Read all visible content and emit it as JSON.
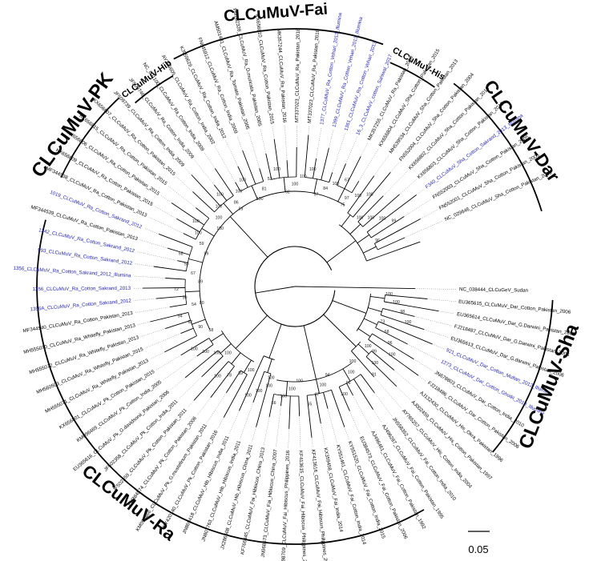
{
  "colors": {
    "normal": "#000000",
    "highlight": "#1f1fb4",
    "branch": "#000000"
  },
  "scale_bar": {
    "label": "0.05"
  },
  "clades": [
    {
      "key": "fai",
      "label": "CLCuMuV-Fai"
    },
    {
      "key": "hib",
      "label": "CLCuMuV-Hib"
    },
    {
      "key": "his",
      "label": "CLCuMuV-His"
    },
    {
      "key": "pk",
      "label": "CLCuMuV-PK"
    },
    {
      "key": "dar",
      "label": "CLCuMuV-Dar"
    },
    {
      "key": "sha",
      "label": "CLCuMuV-Sha"
    },
    {
      "key": "ra",
      "label": "CLCuMuV-Ra"
    }
  ],
  "taxa": [
    {
      "label": "NC_038444_CLCuGeV_Sudan",
      "hl": false
    },
    {
      "label": "EU365615_CLCuMuV_Dar_Cotton_Pakistan_2006",
      "hl": false
    },
    {
      "label": "EU365614_CLCuMuV_Dar_G.Darwini_Pakistan_2006",
      "hl": false
    },
    {
      "label": "FJ218487_CLCuMuV_Dar_G.Darwini_Pakistan_2006",
      "hl": false
    },
    {
      "label": "EU365613_CLCuMuV_Dar_G.darwini_Pakistan_2006",
      "hl": false
    },
    {
      "label": "921_CLCuMuV_Dar_Cotton_Multan_2012_Illumina",
      "hl": true
    },
    {
      "label": "1273_CLCuMuV_Dar_Cotton_Ghotki_2013_Illumina",
      "hl": true
    },
    {
      "label": "JN678803_CLCuMuV_Dar_Cotton_India_2010",
      "hl": false
    },
    {
      "label": "FJ218486_CLCuMuV_Dar_Cotton_Pakistan_2006",
      "hl": false
    },
    {
      "label": "AJ132430_CLCuMuV_His_Okra_Pakistan_1996",
      "hl": false
    },
    {
      "label": "AJ002459_CLCuMuV_His_Cotton_Pakistan_1997",
      "hl": false
    },
    {
      "label": "AY765257_CLCuMuV_His_Cotton_India_2004",
      "hl": false
    },
    {
      "label": "JN558352_CLCuMuV_Fai_Cotton_India_2010",
      "hl": false
    },
    {
      "label": "AJ496287_CLCuMuV_Fai_Cotton_Pakistan_1995",
      "hl": false
    },
    {
      "label": "AJ496461_CLCuMuV_Fai_Cotton_Pakistan_1992",
      "hl": false
    },
    {
      "label": "EU384573_CLCuMuV_Fai_Cotton_Pakistan_2006",
      "hl": false
    },
    {
      "label": "KY551520_CLCuMuV_Fai_Cotton_India_2015",
      "hl": false
    },
    {
      "label": "KY551461_CLCuMuV_Fai_Cotton_India_2014",
      "hl": false
    },
    {
      "label": "KX359458_CLCuMuV_Fai_India_2014",
      "hl": false
    },
    {
      "label": "KF413616_CLCuMuV_Fai_Hibiscus_Philippines_2012",
      "hl": false
    },
    {
      "label": "KF413615_CLCuMuV_Fai_Hibiscus_Philippines_2012",
      "hl": false
    },
    {
      "label": "KX698709_CLCuMuV_Fai_Hibiscus_Philippines_2016",
      "hl": false
    },
    {
      "label": "JN968573_CLCuMuV_Fai_Hibiscus_China_2007",
      "hl": false
    },
    {
      "label": "KF766845_CLCuMuV_Fai_Hibiscus_China_2013",
      "hl": false
    },
    {
      "label": "JX286508_CLCuMuV_Hib_Hibiscus_China_2011",
      "hl": false
    },
    {
      "label": "JN807763_CLCuMuV_Hib_Hibiscus_India_2011",
      "hl": false
    },
    {
      "label": "JN869418_CLCuMuV_Hib_Hibiscus_India_2011",
      "hl": false
    },
    {
      "label": "KY420140_CLCuMuV_Pk_Cotton_Pakistan_2016",
      "hl": false
    },
    {
      "label": "KM096466_CLCuMuV_Pk_G.mustelinum_Pakistan_2011",
      "hl": false
    },
    {
      "label": "EU384574_CLCuMuV_Pk_Cotton_Pakistan_2006",
      "hl": false
    },
    {
      "label": "JF502359_CLCuMuV_Pk_Cotton_Pakistan_2011",
      "hl": false
    },
    {
      "label": "JF502358_CLCuMuV_Pk_Cotton_India_2011",
      "hl": false
    },
    {
      "label": "EU365616_CLCuMuV_Pk_G.davidsonii_Pakistan_2006",
      "hl": false
    },
    {
      "label": "KM096469_CLCuMuV_Pk_Cotton_India_2005",
      "hl": false
    },
    {
      "label": "KX656801_CLCuMuV_Pk_Cotton_Pakistan_2015",
      "hl": false
    },
    {
      "label": "MH555071_CLCuMuV_Ra_Whitefly_Pakistan_2013",
      "hl": false
    },
    {
      "label": "MH560503_CLCuMuV_Ra_Whitefly_Pakistan_2015",
      "hl": false
    },
    {
      "label": "MH555072_CLCuMuV_Ra_Whitefly_Pakistan_2013",
      "hl": false
    },
    {
      "label": "MH555070_CLCuMuV_Ra_Whitefly_Pakistan_2013",
      "hl": false
    },
    {
      "label": "MF344540_CLCuMuV_Ra_Cotton_Pakistan_2013",
      "hl": false
    },
    {
      "label": "1356A_CLCuMuV_Ra_Cotton_Sakrand_2012",
      "hl": true
    },
    {
      "label": "1356_CLCuMuV_Ra_Cotton_Sakrand_2013",
      "hl": true
    },
    {
      "label": "1356_CLCuMuV_Ra_Cotton_Sakrand_2012_Illumina",
      "hl": true
    },
    {
      "label": "993_CLCuMuV_Ra_Cotton_Sakrand_2012",
      "hl": true
    },
    {
      "label": "1342_CLCuMuV_Ra_Cotton_Sakrand_2012",
      "hl": true
    },
    {
      "label": "MF344539_CLCuMuV_Ra_Cotton_Pakistan_2013",
      "hl": false
    },
    {
      "label": "1019_CLCuMuV_Ra_Cotton_Sakrand_2012",
      "hl": true
    },
    {
      "label": "MF344538_CLCuMuV_Ra_Cotton_Pakistan_2013",
      "hl": false
    },
    {
      "label": "KX656809_CLCuMuV_Ra_Cotton_Pakistan_2015",
      "hl": false
    },
    {
      "label": "KX656806_CLCuMuV_Ra_Cotton_Pakistan_2015",
      "hl": false
    },
    {
      "label": "KX656815_CLCuMuV_Ra_Cotton_Pakistan_2015",
      "hl": false
    },
    {
      "label": "KX656807_CLCuMuV_Ra_Cotton_Pakistan_2015",
      "hl": false
    },
    {
      "label": "JF509739_CLCuMuV_Ra_Cotton_India_2009",
      "hl": false
    },
    {
      "label": "JF509746_CLCuMuV_Ra_Cotton_India_2009",
      "hl": false
    },
    {
      "label": "NC_001100_CLCuMuV_Ra_Cotton_India_2009",
      "hl": false
    },
    {
      "label": "AY795605_CLCuMuV_Ra_Cotton_India_2002",
      "hl": false
    },
    {
      "label": "KJ959629_CLCuMuV_Ra_Cotton_India_2012",
      "hl": false
    },
    {
      "label": "FN645912_CLCuMuV_Ra_Cotton_India_2009",
      "hl": false
    },
    {
      "label": "AM501481_CLCuMuV_Ra_Tomato_Pakistan_2005",
      "hl": false
    },
    {
      "label": "FM202328_CLCuMuV_Ra_D.muricata_Pakistan_2005",
      "hl": false
    },
    {
      "label": "KX656810_CLCuMuV_Ra_Cotton_Pakistan_2015",
      "hl": false
    },
    {
      "label": "MK357244_CLCuMuV_Ra_Pakistan_2016",
      "hl": false
    },
    {
      "label": "MT337023_CLCuMuV_Ra_Pakistan_2018",
      "hl": false
    },
    {
      "label": "MT337023_CLCuMuV_Ra_Pakistan_2018",
      "hl": false
    },
    {
      "label": "1377_CLCuMuV_Ra_Cotton_Vehari_2013_Illumina",
      "hl": true
    },
    {
      "label": "1399_CLCuMuV_Ra_Cotton_Vehari_2013_Illumina",
      "hl": true
    },
    {
      "label": "1361_CLCuMuV_Ra_Cotton_Vehari_2013",
      "hl": true
    },
    {
      "label": "16_3_CLCuMuV_cotton_Sahiwal_2017",
      "hl": true
    },
    {
      "label": "MK357255_CLCuMuV_Ra_Pakistan_2018",
      "hl": false
    },
    {
      "label": "KX656804_CLCuMuV_Sha_Cotton_Pakistan_2015",
      "hl": false
    },
    {
      "label": "MH539534_CLCuMuV_Sha_Cotton_Pakistan_2013",
      "hl": false
    },
    {
      "label": "FN552004_CLCuMuV_Sha_Cotton_Pakistan_2004",
      "hl": false
    },
    {
      "label": "KX656802_CLCuMuV_Sha_Cotton_Pakistan_2015",
      "hl": false
    },
    {
      "label": "KX656803_CLCuMuV_Sha_Cotton_Pakistan_2015",
      "hl": false
    },
    {
      "label": "F340_CLCuMuV_Sha_Cotton_Sakrand_2013_Illumina",
      "hl": true
    },
    {
      "label": "FN552003_CLCuMuV_Sha_Cotton_Pakistan_2005",
      "hl": false
    },
    {
      "label": "FN552001_CLCuMuV_Sha_Cotton_Pakistan_2005",
      "hl": false
    },
    {
      "label": "NC_029646_CLCuMuV_Sha_Cotton_Pakistan_2005",
      "hl": false
    }
  ],
  "bootstraps": [
    "100",
    "100",
    "98",
    "100",
    "73",
    "68",
    "96",
    "100",
    "100",
    "99",
    "100",
    "91",
    "100",
    "100",
    "96",
    "100",
    "94",
    "100",
    "97",
    "65",
    "100",
    "100",
    "100",
    "66",
    "100",
    "100",
    "100",
    "100",
    "100",
    "89",
    "78",
    "100",
    "100",
    "100",
    "100",
    "100",
    "58",
    "90",
    "62",
    "94",
    "80",
    "54",
    "99",
    "72",
    "89",
    "67",
    "53",
    "58",
    "99",
    "59",
    "100",
    "100",
    "100",
    "100",
    "100",
    "100",
    "99",
    "86",
    "100",
    "100",
    "100",
    "81",
    "52",
    "100",
    "92",
    "100",
    "100",
    "100",
    "97",
    "84",
    "100",
    "67",
    "75",
    "97",
    "100",
    "100",
    "100",
    "100",
    "100",
    "99",
    "96"
  ]
}
